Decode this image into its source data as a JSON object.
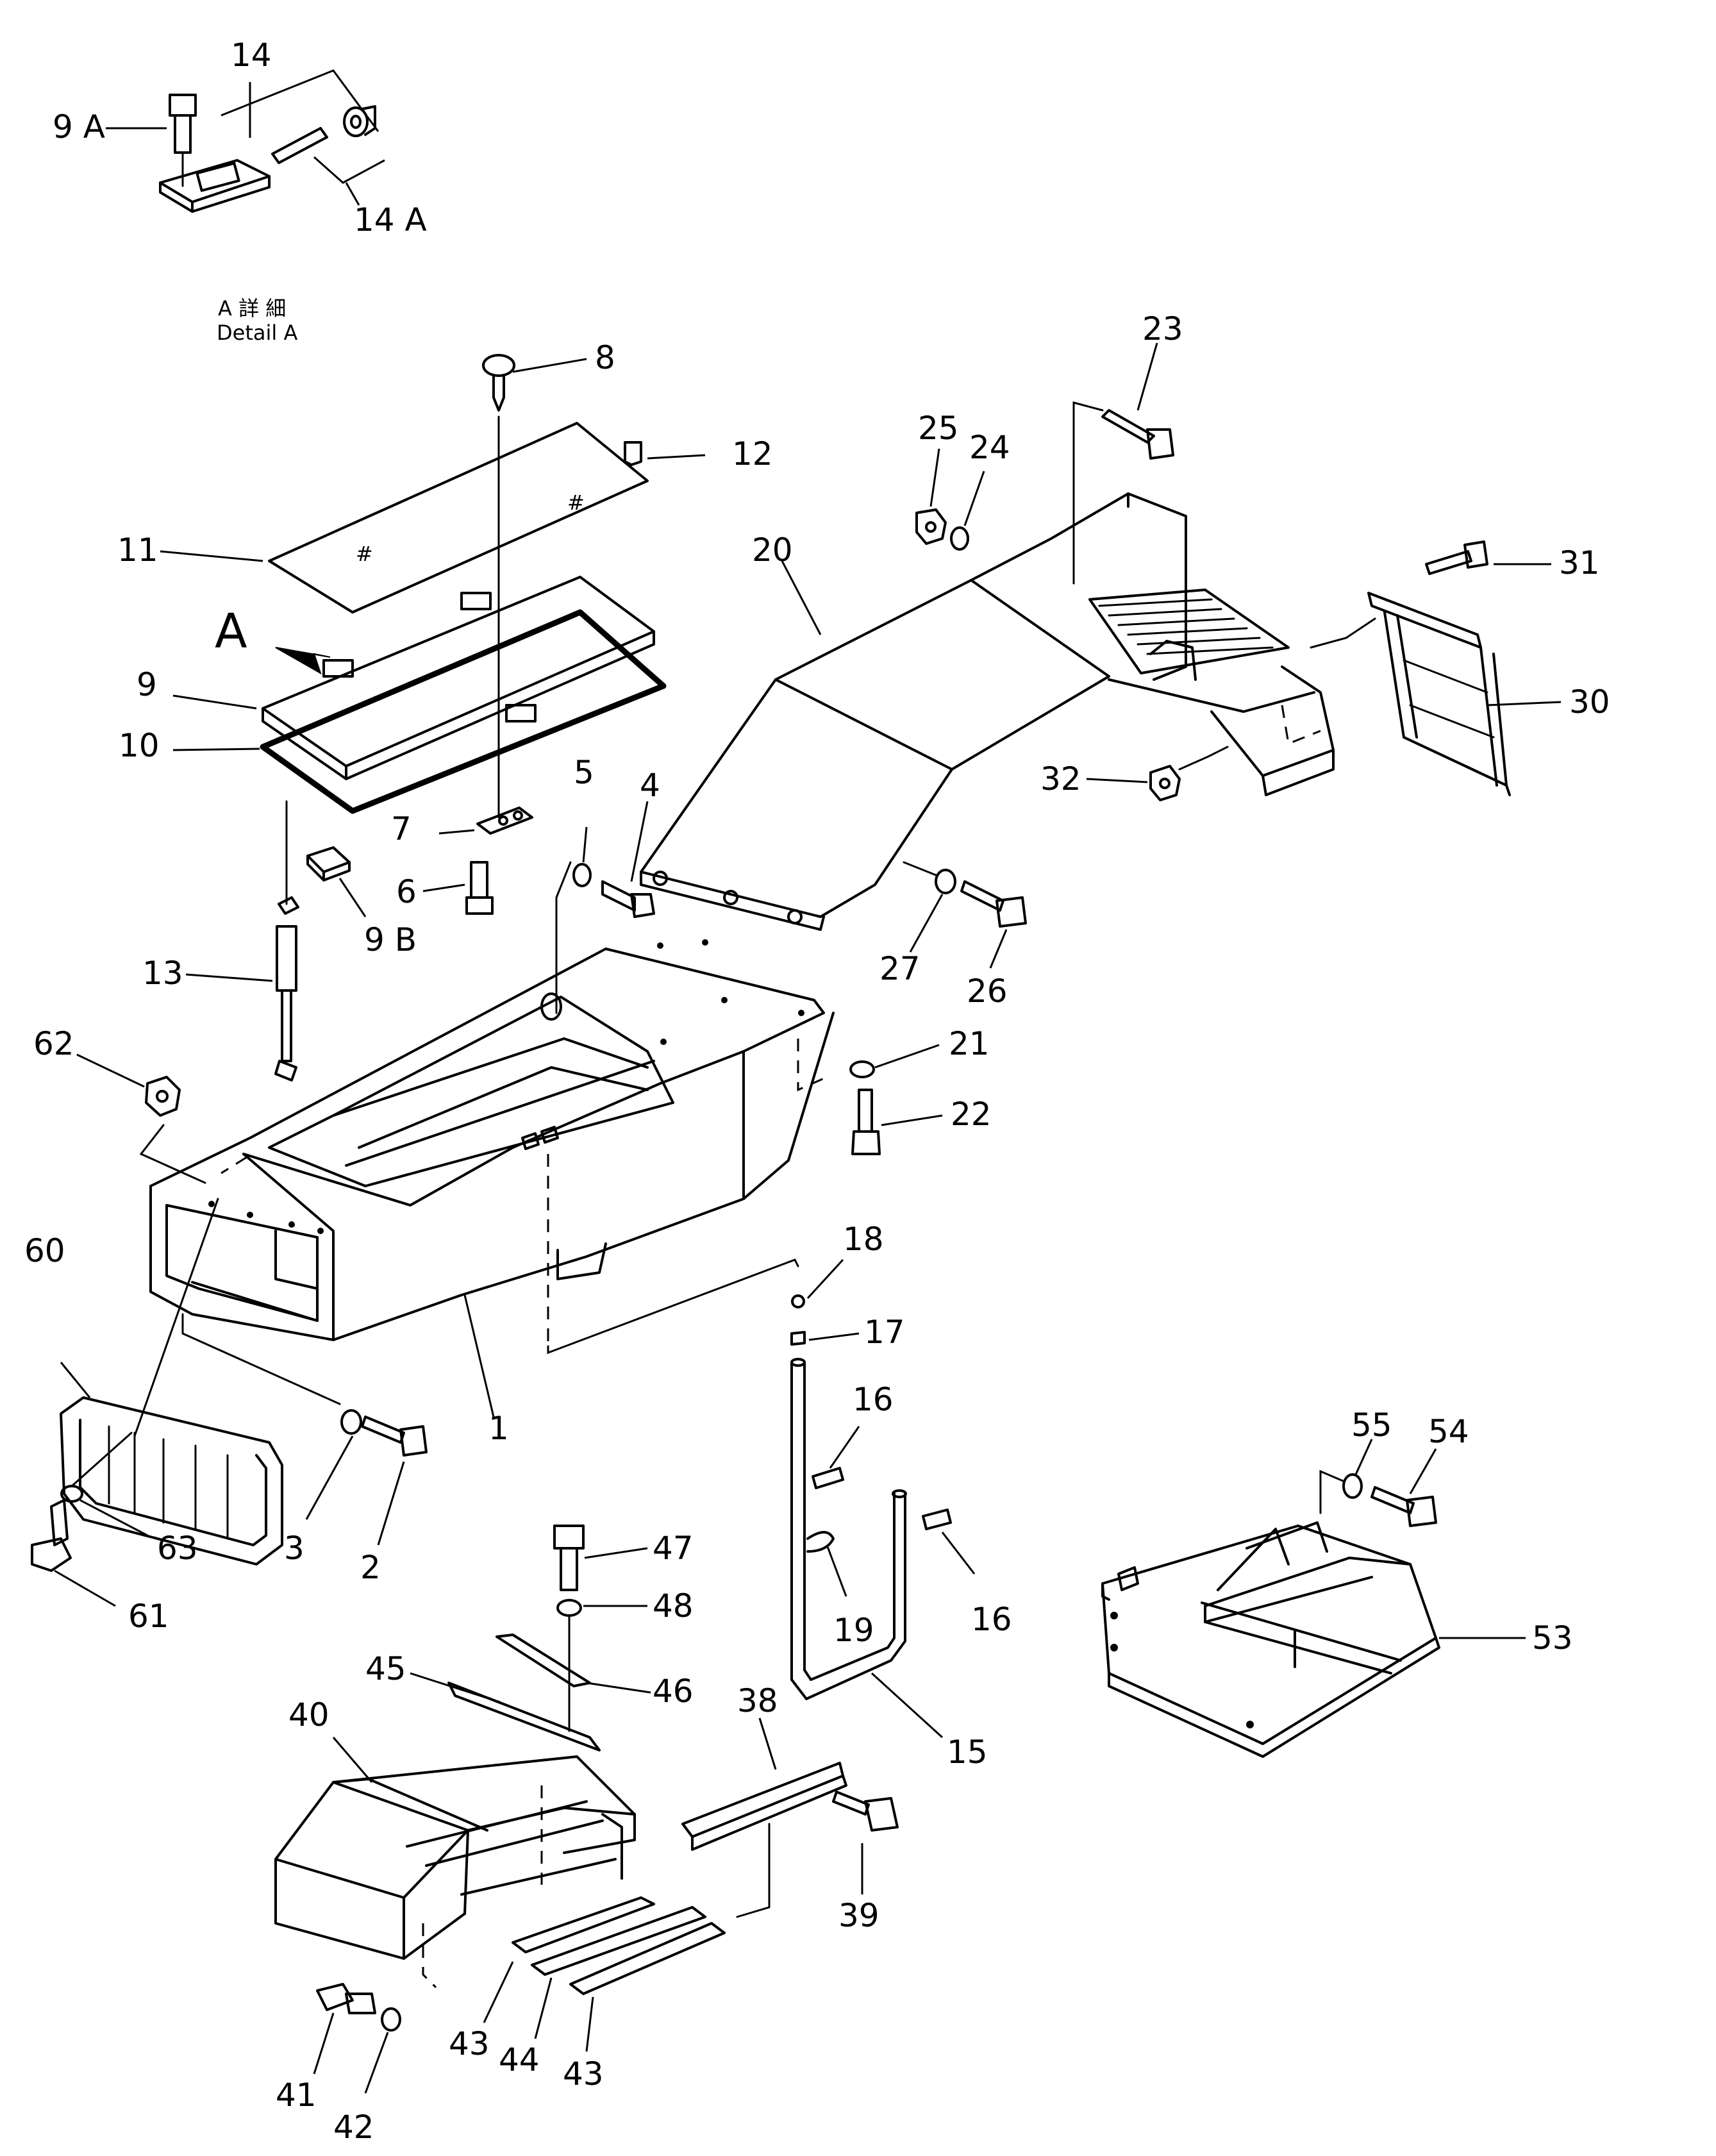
{
  "detail": {
    "caption_jp": "A 詳 細",
    "caption_en": "Detail A",
    "view_letter": "A"
  },
  "callouts": {
    "p1": "1",
    "p2": "2",
    "p3": "3",
    "p4": "4",
    "p5": "5",
    "p6": "6",
    "p7": "7",
    "p8": "8",
    "p9": "9",
    "p9a": "9 A",
    "p9b": "9 B",
    "p10": "10",
    "p11": "11",
    "p12": "12",
    "p13": "13",
    "p14": "14",
    "p14a": "14 A",
    "p15": "15",
    "p16a": "16",
    "p16b": "16",
    "p17": "17",
    "p18": "18",
    "p19": "19",
    "p20": "20",
    "p21": "21",
    "p22": "22",
    "p23": "23",
    "p24": "24",
    "p25": "25",
    "p26": "26",
    "p27": "27",
    "p30": "30",
    "p31": "31",
    "p32": "32",
    "p38": "38",
    "p39": "39",
    "p40": "40",
    "p41": "41",
    "p42": "42",
    "p43a": "43",
    "p43b": "43",
    "p44": "44",
    "p45": "45",
    "p46": "46",
    "p47": "47",
    "p48": "48",
    "p53": "53",
    "p54": "54",
    "p55": "55",
    "p60": "60",
    "p61": "61",
    "p62": "62",
    "p63": "63"
  }
}
